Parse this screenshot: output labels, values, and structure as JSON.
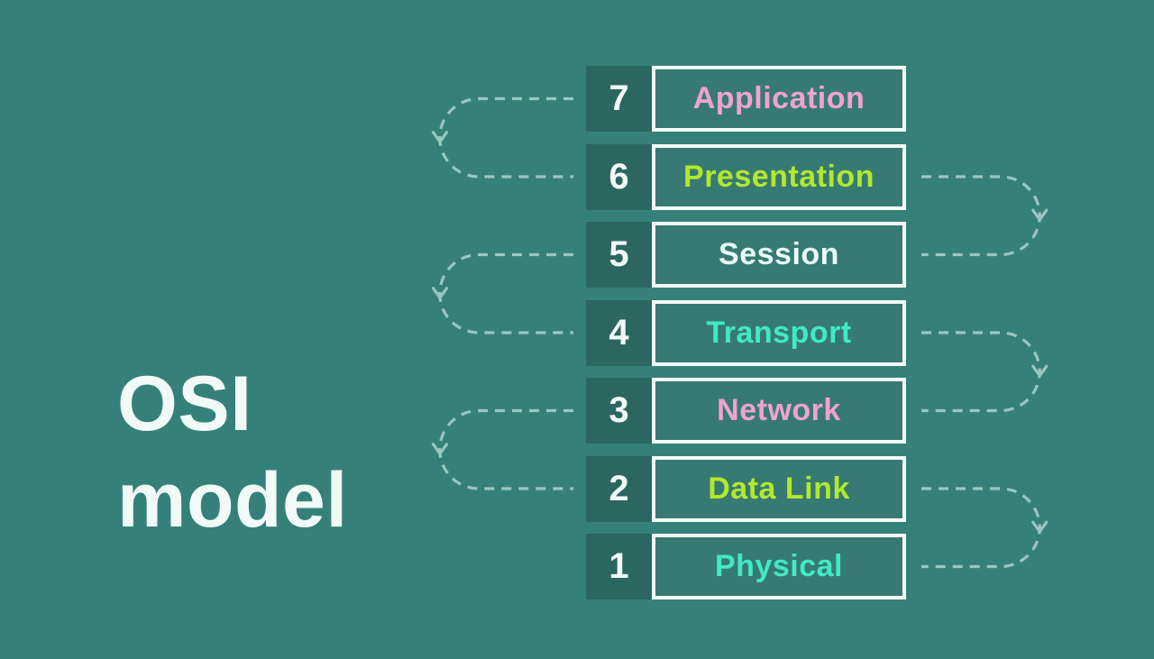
{
  "title": {
    "line1": "OSI",
    "line2": "model"
  },
  "layers": [
    {
      "num": "7",
      "label": "Application",
      "color": "#f0a3cf"
    },
    {
      "num": "6",
      "label": "Presentation",
      "color": "#b2e92d"
    },
    {
      "num": "5",
      "label": "Session",
      "color": "#e9faf6"
    },
    {
      "num": "4",
      "label": "Transport",
      "color": "#41e9c6"
    },
    {
      "num": "3",
      "label": "Network",
      "color": "#f0a3cf"
    },
    {
      "num": "2",
      "label": "Data Link",
      "color": "#b2e92d"
    },
    {
      "num": "1",
      "label": "Physical",
      "color": "#41e9c6"
    }
  ],
  "colors": {
    "background": "#35817a",
    "number_box": "#2c6661",
    "label_box_fill": "#377a73",
    "box_border": "#f2faf8",
    "title_text": "#f2faf8",
    "number_text": "#f2faf8",
    "dashed_line": "#9cc6c0"
  },
  "icons": {
    "flow_arrow": "chevron-down"
  }
}
